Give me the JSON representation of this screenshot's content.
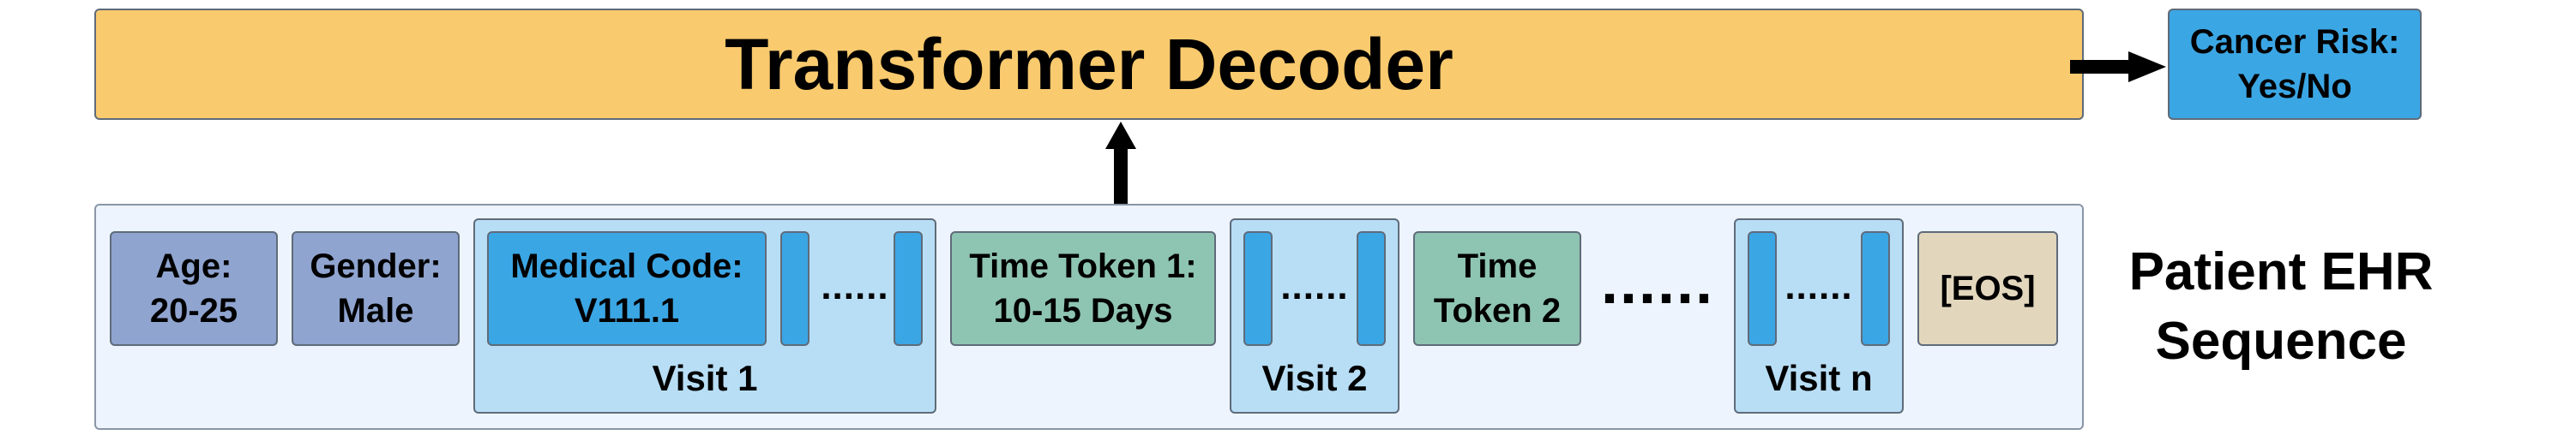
{
  "decoder": {
    "label": "Transformer Decoder"
  },
  "output": {
    "line1": "Cancer Risk:",
    "line2": "Yes/No"
  },
  "sequence": {
    "age": {
      "line1": "Age:",
      "line2": "20-25"
    },
    "gender": {
      "line1": "Gender:",
      "line2": "Male"
    },
    "visit1": {
      "code_line1": "Medical Code:",
      "code_line2": "V111.1",
      "dots": "......",
      "label": "Visit 1"
    },
    "time1": {
      "line1": "Time Token 1:",
      "line2": "10-15 Days"
    },
    "visit2": {
      "dots": "......",
      "label": "Visit 2"
    },
    "time2": {
      "line1": "Time",
      "line2": "Token 2"
    },
    "ellipsis": "......",
    "visitn": {
      "dots": "......",
      "label": "Visit n"
    },
    "eos": "[EOS]"
  },
  "side_label": {
    "line1": "Patient EHR",
    "line2": "Sequence"
  },
  "colors": {
    "decoder": "#f9ca6e",
    "output": "#3ba6e4",
    "demographic": "#8fa4cf",
    "medical_code": "#3ba6e4",
    "time_token": "#8ec4b2",
    "visit": "#b8def5",
    "eos": "#e2d7bd",
    "sequence_bg": "#edf4fd"
  }
}
